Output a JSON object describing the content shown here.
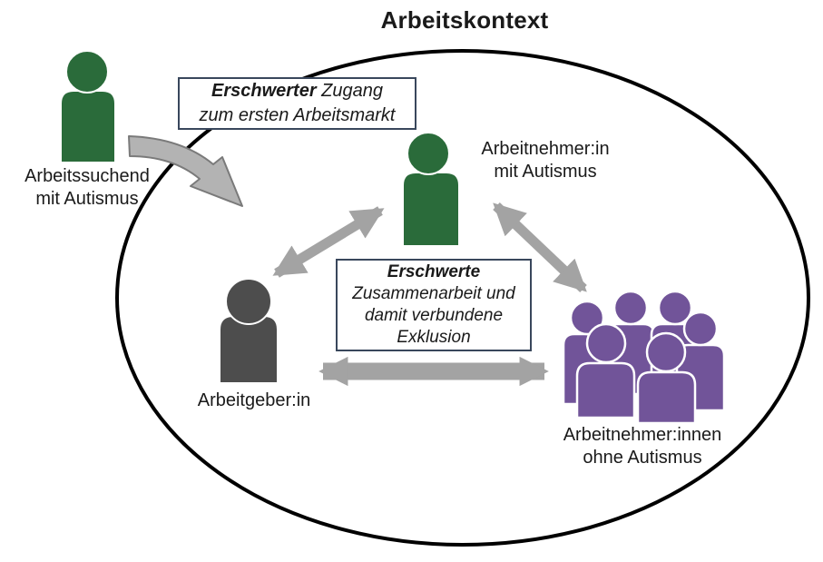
{
  "title": "Arbeitskontext",
  "colors": {
    "person_green": "#2a6b3a",
    "person_gray": "#4d4d4d",
    "person_purple": "#715499",
    "arrow_gray": "#a3a3a3",
    "curved_arrow_fill": "#b3b3b3",
    "curved_arrow_border": "#7a7a7a",
    "ellipse_border": "#000000",
    "box_border": "#39475c",
    "text": "#1a1a1a"
  },
  "nodes": {
    "jobseeker": {
      "line1": "Arbeitssuchend",
      "line2": "mit Autismus"
    },
    "employee_with_autism": {
      "line1": "Arbeitnehmer:in",
      "line2": "mit Autismus"
    },
    "employer": {
      "line1": "Arbeitgeber:in"
    },
    "employees_without_autism": {
      "line1": "Arbeitnehmer:innen",
      "line2": "ohne Autismus"
    }
  },
  "callouts": {
    "access": {
      "line1_bold": "Erschwerter",
      "line1_rest": " Zugang",
      "line2": "zum ersten Arbeitsmarkt"
    },
    "collaboration": {
      "line1_bold": "Erschwerte",
      "line2": "Zusammenarbeit und",
      "line3": "damit verbundene",
      "line4": "Exklusion"
    }
  }
}
